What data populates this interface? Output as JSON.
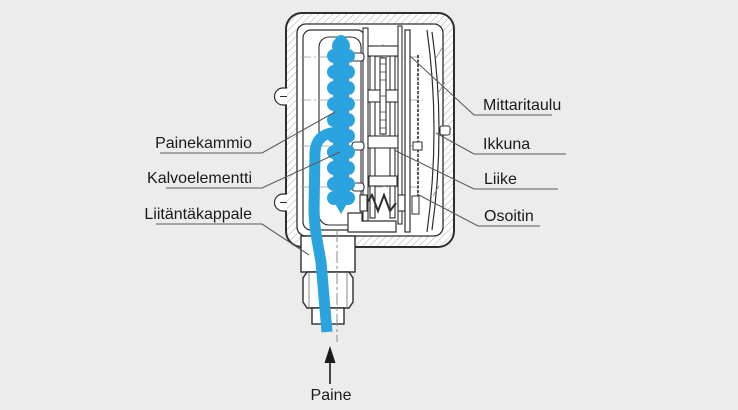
{
  "figure": {
    "subject": "diaphragm pressure gauge cross-section diagram",
    "language": "Finnish"
  },
  "colors": {
    "background": "#ECECEC",
    "line": "#2E2E2E",
    "accent_blue": "#2BA3DE",
    "leader_line": "#5A5A5A"
  },
  "labels": {
    "painekammio": "Painekammio",
    "kalvoelementti": "Kalvoelementti",
    "liitantakappale": "Liitäntäkappale",
    "mittaritaulu": "Mittaritaulu",
    "ikkuna": "Ikkuna",
    "liike": "Liike",
    "osoitin": "Osoitin",
    "paine": "Paine"
  }
}
